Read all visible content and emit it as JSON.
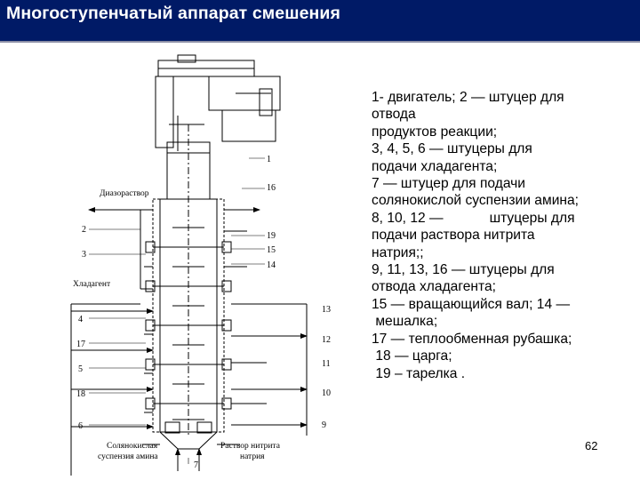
{
  "title": "Многоступенчатый аппарат смешения",
  "diagram": {
    "labels": {
      "diazo": "Диазораствор",
      "coolant": "Хладагент",
      "amine_line1": "Солянокислая",
      "amine_line2": "суспензия амина",
      "nitrite_line1": "Раствор нитрита",
      "nitrite_line2": "натрия"
    },
    "numbers": {
      "n1": "1",
      "n16": "16",
      "n19": "19",
      "n15": "15",
      "n14": "14",
      "n13": "13",
      "n12": "12",
      "n11": "11",
      "n10": "10",
      "n9": "9",
      "n2": "2",
      "n3": "3",
      "n4": "4",
      "n17": "17",
      "n5": "5",
      "n18": "18",
      "n6": "6",
      "n7": "7"
    }
  },
  "legend": [
    "1- двигатель; 2 — штуцер для",
    "отвода",
    "продуктов реакции;",
    "3, 4, 5, 6 — штуцеры для",
    "подачи хладагента;",
    "7 — штуцер для подачи",
    "солянокислой суспензии амина;",
    "8, 10, 12 —            штуцеры для",
    "подачи раствора нитрита",
    "натрия;;",
    "9, 11, 13, 16 — штуцеры для",
    "отвода хладагента;",
    "15 — вращающийся вал; 14 —",
    " мешалка;",
    "17 — теплообменная рубашка;",
    " 18 — царга;",
    " 19 – тарелка ."
  ],
  "page_number": "62"
}
